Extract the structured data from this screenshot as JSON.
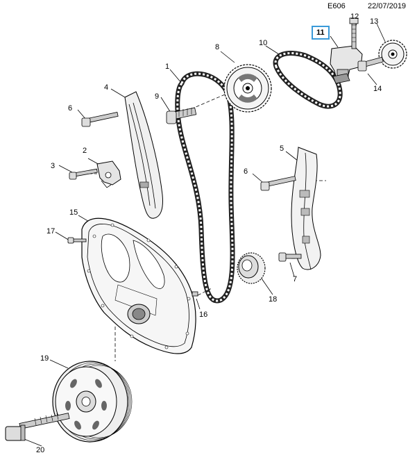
{
  "header": {
    "diagram_code": "E606",
    "date": "22/07/2019"
  },
  "callouts": {
    "c1": "1",
    "c2": "2",
    "c3": "3",
    "c4": "4",
    "c5": "5",
    "c6a": "6",
    "c6b": "6",
    "c7": "7",
    "c8": "8",
    "c9": "9",
    "c10": "10",
    "c11": "11",
    "c12": "12",
    "c13": "13",
    "c14": "14",
    "c15": "15",
    "c16": "16",
    "c17": "17",
    "c18": "18",
    "c19": "19",
    "c20": "20"
  },
  "highlight_color": "#3a9ad9",
  "highlighted_callout": "11"
}
